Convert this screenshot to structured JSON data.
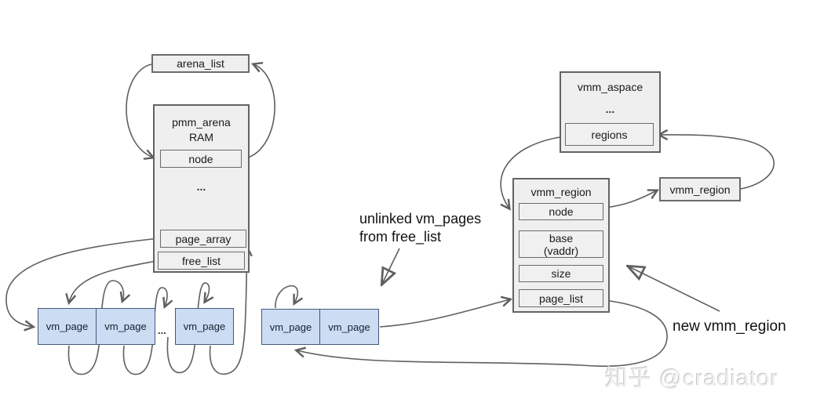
{
  "arena_list": {
    "label": "arena_list"
  },
  "pmm_arena": {
    "title": "pmm_arena",
    "subtitle": "RAM",
    "node_label": "node",
    "ellipsis": "...",
    "page_array_label": "page_array",
    "free_list_label": "free_list"
  },
  "page_row": {
    "pages": [
      "vm_page",
      "vm_page",
      "vm_page"
    ],
    "ellipsis": "..."
  },
  "unlinked": {
    "pages": [
      "vm_page",
      "vm_page"
    ],
    "caption_line1": "unlinked vm_pages",
    "caption_line2": "from free_list"
  },
  "vmm_aspace": {
    "title": "vmm_aspace",
    "ellipsis": "...",
    "regions_label": "regions"
  },
  "vmm_region": {
    "title": "vmm_region",
    "node_label": "node",
    "base_line1": "base",
    "base_line2": "(vaddr)",
    "size_label": "size",
    "page_list_label": "page_list"
  },
  "vmm_region_right": {
    "label": "vmm_region"
  },
  "annotations": {
    "new_region": "new vmm_region"
  },
  "watermark": "知乎 @cradiator",
  "colors": {
    "struct_fill": "#efefef",
    "struct_border": "#636363",
    "page_fill": "#cbdcf3",
    "page_border": "#44597a",
    "arrow": "#5f5f5f",
    "text": "#1a1a1a",
    "watermark": "#d9d9d9"
  }
}
